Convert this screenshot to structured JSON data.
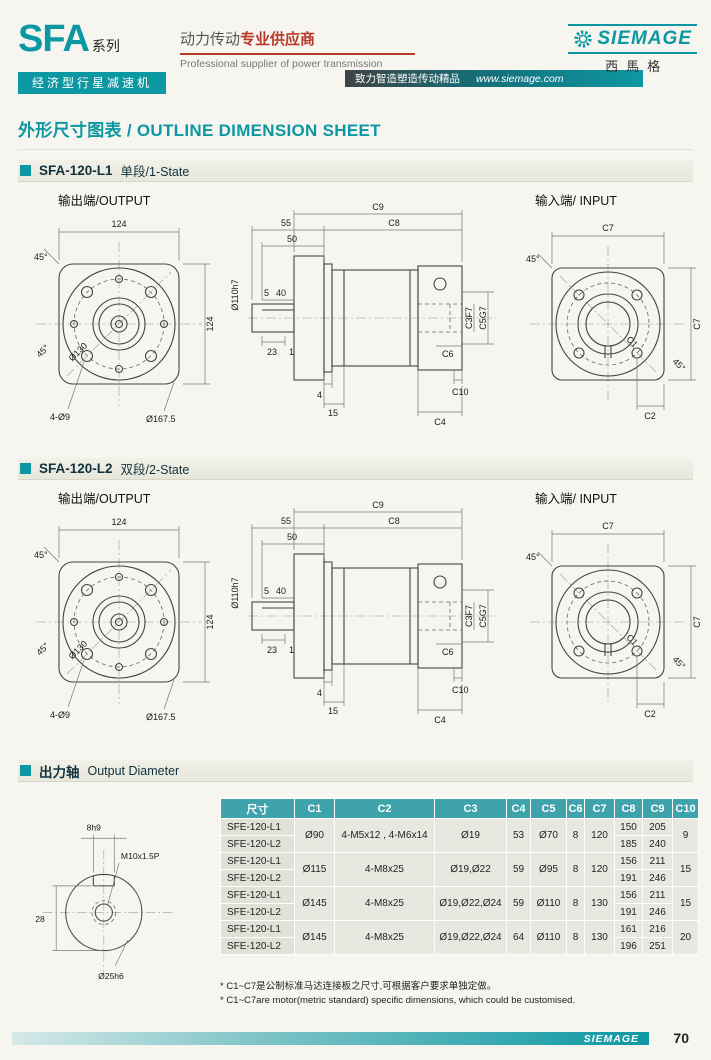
{
  "header": {
    "series": "SFA",
    "series_label": "系列",
    "badge": "经济型行星减速机",
    "tagline_cn_1": "动力传动",
    "tagline_cn_2": "专业供应商",
    "tagline_en": "Professional supplier of power transmission",
    "slogan": "致力智造塑造传动精品",
    "website": "www.siemage.com",
    "brand": "SIEMAGE",
    "brand_cn": "西馬格"
  },
  "page_title": "外形尺寸图表 / OUTLINE DIMENSION SHEET",
  "sections": [
    {
      "model": "SFA-120-L1",
      "stage": "单段/1-State",
      "output_label": "输出端/OUTPUT",
      "input_label": "输入端/ INPUT"
    },
    {
      "model": "SFA-120-L2",
      "stage": "双段/2-State",
      "output_label": "输出端/OUTPUT",
      "input_label": "输入端/ INPUT"
    }
  ],
  "dims": {
    "front": {
      "w": "124",
      "h": "124",
      "bolt": "Ø130",
      "holes": "4-Ø9",
      "outer": "Ø167.5",
      "a1": "45°",
      "a2": "45°"
    },
    "side": {
      "c9": "C9",
      "n55": "55",
      "c8": "C8",
      "n50": "50",
      "n5": "5",
      "n40": "40",
      "n23": "23",
      "n1": "1",
      "n4": "4",
      "n15": "15",
      "c4": "C4",
      "c6": "C6",
      "c10": "C10",
      "dia": "Ø110h7",
      "c3": "C3F7",
      "c5": "C5G7"
    },
    "input": {
      "c7t": "C7",
      "c7r": "C7",
      "c1": "C1",
      "c2": "C2",
      "a1": "45°",
      "a2": "45°"
    }
  },
  "shaft": {
    "title_cn": "出力轴",
    "title_en": "Output Diameter",
    "key": "8h9",
    "len": "28",
    "thread": "M10x1.5P",
    "dia": "Ø25h6"
  },
  "table": {
    "headers": [
      "尺寸",
      "C1",
      "C2",
      "C3",
      "C4",
      "C5",
      "C6",
      "C7",
      "C8",
      "C9",
      "C10"
    ],
    "groups": [
      {
        "m1": "SFE-120-L1",
        "m2": "SFE-120-L2",
        "c1": "Ø90",
        "c2": "4-M5x12 , 4-M6x14",
        "c3": "Ø19",
        "c4": "53",
        "c5": "Ø70",
        "c6": "8",
        "c7": "120",
        "c8a": "150",
        "c8b": "185",
        "c9a": "205",
        "c9b": "240",
        "c10": "9"
      },
      {
        "m1": "SFE-120-L1",
        "m2": "SFE-120-L2",
        "c1": "Ø115",
        "c2": "4-M8x25",
        "c3": "Ø19,Ø22",
        "c4": "59",
        "c5": "Ø95",
        "c6": "8",
        "c7": "120",
        "c8a": "156",
        "c8b": "191",
        "c9a": "211",
        "c9b": "246",
        "c10": "15"
      },
      {
        "m1": "SFE-120-L1",
        "m2": "SFE-120-L2",
        "c1": "Ø145",
        "c2": "4-M8x25",
        "c3": "Ø19,Ø22,Ø24",
        "c4": "59",
        "c5": "Ø110",
        "c6": "8",
        "c7": "130",
        "c8a": "156",
        "c8b": "191",
        "c9a": "211",
        "c9b": "246",
        "c10": "15"
      },
      {
        "m1": "SFE-120-L1",
        "m2": "SFE-120-L2",
        "c1": "Ø145",
        "c2": "4-M8x25",
        "c3": "Ø19,Ø22,Ø24",
        "c4": "64",
        "c5": "Ø110",
        "c6": "8",
        "c7": "130",
        "c8a": "161",
        "c8b": "196",
        "c9a": "216",
        "c9b": "251",
        "c10": "20"
      }
    ]
  },
  "notes": [
    "* C1~C7是公制标准马达连接板之尺寸,可根据客户要求单独定做。",
    "* C1~C7are motor(metric standard)  specific dimensions, which could be customised."
  ],
  "footer": {
    "brand": "SIEMAGE",
    "page": "70"
  }
}
